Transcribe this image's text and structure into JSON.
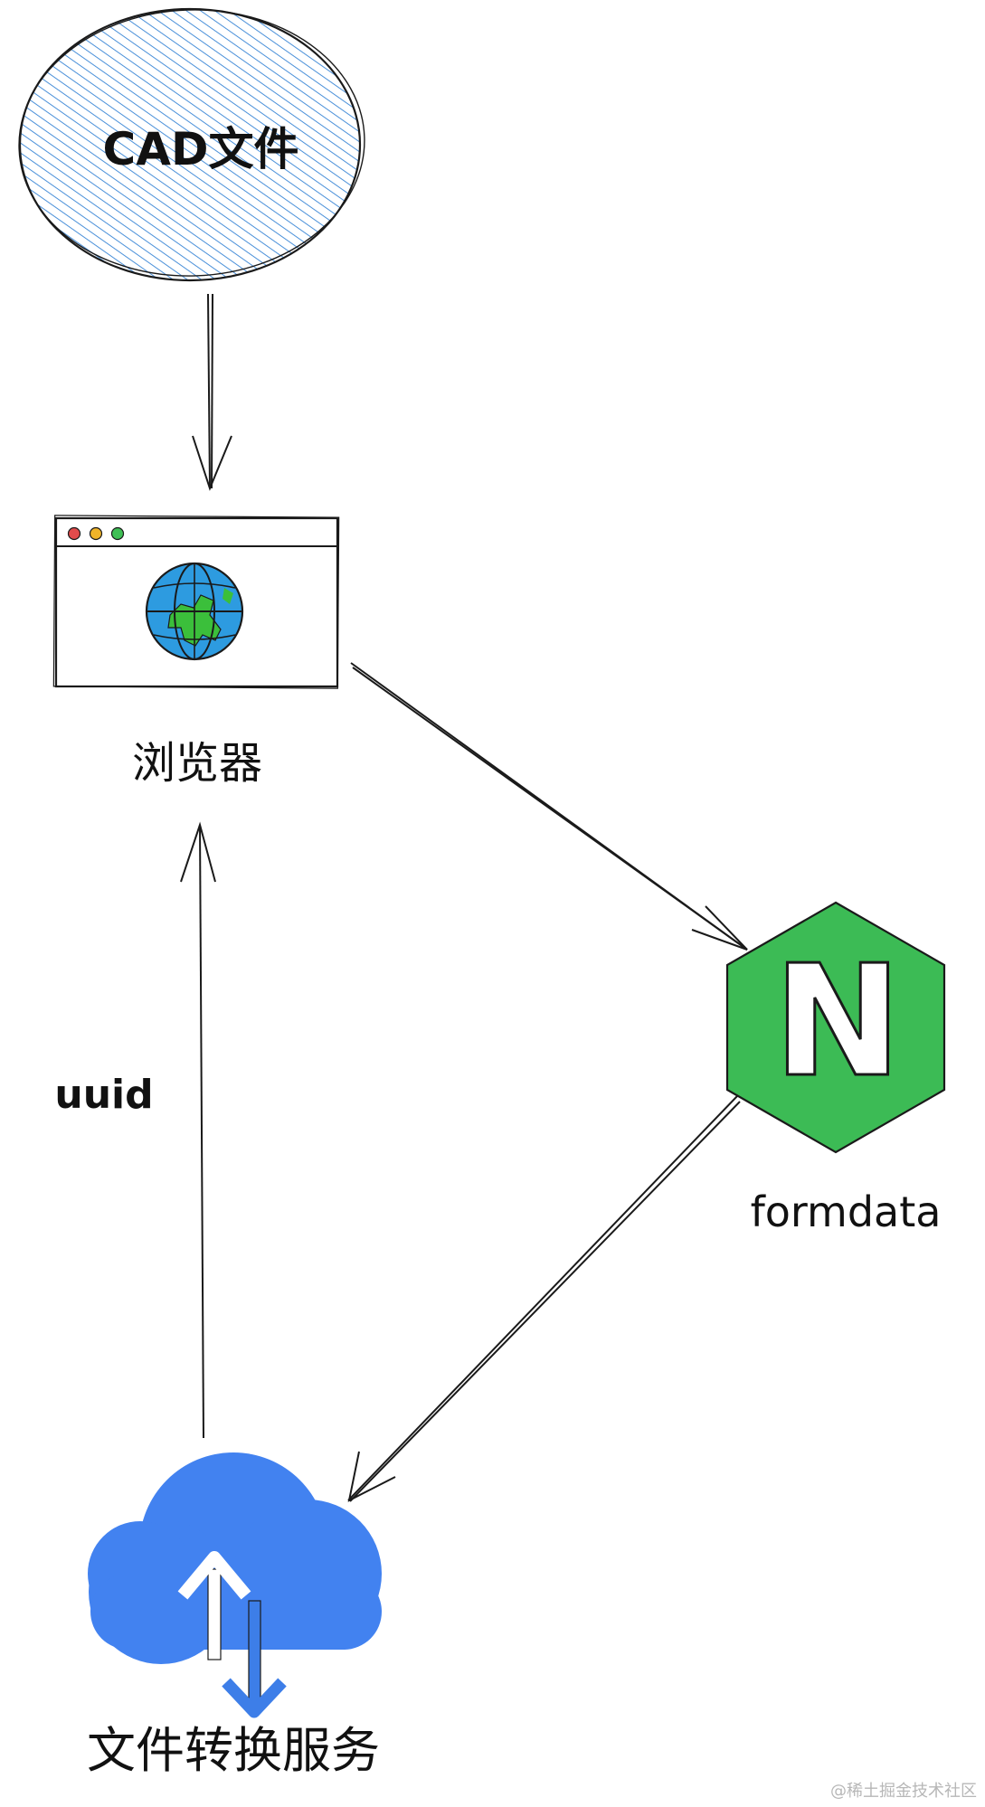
{
  "nodes": {
    "cad_file": {
      "label": "CAD文件"
    },
    "browser": {
      "label": "浏览器"
    },
    "nginx": {
      "glyph": "N",
      "label": "formdata"
    },
    "conversion_service": {
      "label": "文件转换服务"
    }
  },
  "edges": {
    "return_label": "uuid"
  },
  "watermark": "@稀土掘金技术社区",
  "colors": {
    "ellipse_hatch": "#4a90d9",
    "browser_red": "#e24b4b",
    "browser_yellow": "#f0b429",
    "browser_green": "#3fbf55",
    "globe_ocean": "#2d9be0",
    "globe_land": "#3bbf3b",
    "nginx_green": "#3cbb55",
    "cloud_blue": "#4282f0",
    "stroke": "#1a1a1a"
  }
}
